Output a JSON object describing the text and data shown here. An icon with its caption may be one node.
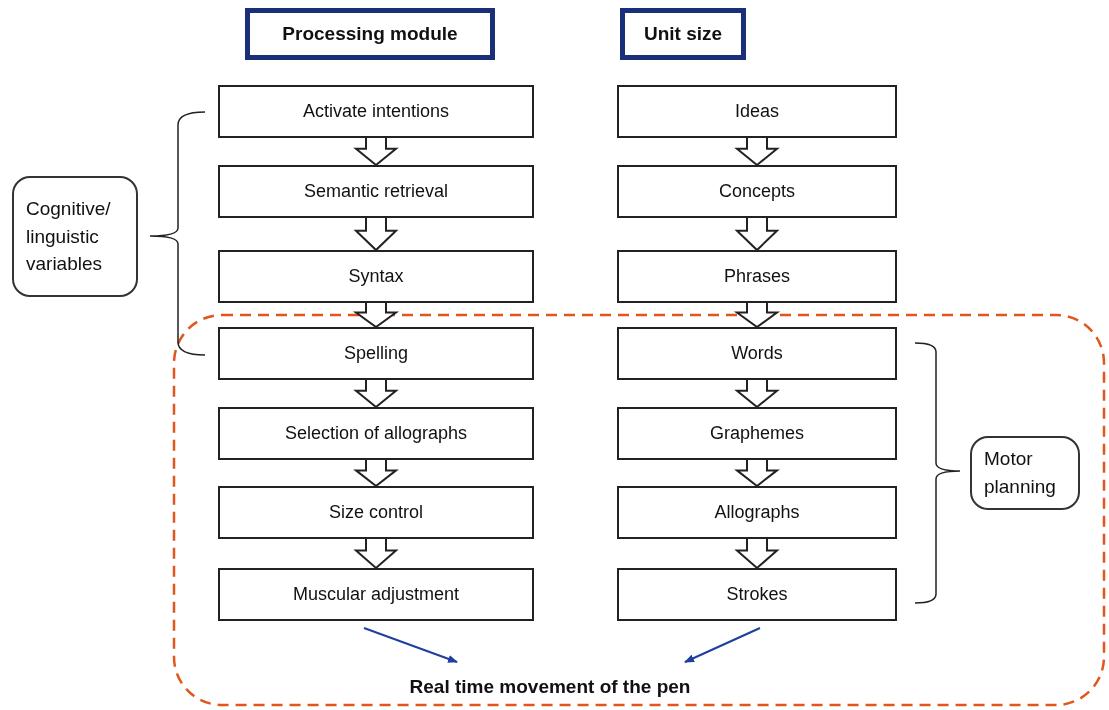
{
  "diagram": {
    "nodes": [
      {
        "text": [
          "Processing module"
        ]
      },
      {
        "text": [
          "Unit size"
        ]
      },
      {
        "text": [
          "Activate intentions"
        ]
      },
      {
        "text": [
          "Semantic retrieval"
        ]
      },
      {
        "text": [
          "Syntax"
        ]
      },
      {
        "text": [
          "Spelling"
        ]
      },
      {
        "text": [
          "Selection of allographs"
        ]
      },
      {
        "text": [
          "Size control"
        ]
      },
      {
        "text": [
          "Muscular adjustment"
        ]
      },
      {
        "text": [
          "Ideas"
        ]
      },
      {
        "text": [
          "Concepts"
        ]
      },
      {
        "text": [
          "Phrases"
        ]
      },
      {
        "text": [
          "Words"
        ]
      },
      {
        "text": [
          "Graphemes"
        ]
      },
      {
        "text": [
          "Allographs"
        ]
      },
      {
        "text": [
          "Strokes"
        ]
      },
      {
        "text": [
          "Cognitive/ linguistic variables"
        ]
      },
      {
        "text": [
          "Motor planning"
        ]
      },
      {
        "text": [
          "Real time movement of the pen"
        ]
      }
    ],
    "edges": [
      {
        "from": 2,
        "to": 3,
        "arrow": "to"
      },
      {
        "from": 3,
        "to": 4,
        "arrow": "to"
      },
      {
        "from": 4,
        "to": 5,
        "arrow": "to"
      },
      {
        "from": 5,
        "to": 6,
        "arrow": "to"
      },
      {
        "from": 6,
        "to": 7,
        "arrow": "to"
      },
      {
        "from": 7,
        "to": 8,
        "arrow": "to"
      },
      {
        "from": 9,
        "to": 10,
        "arrow": "to"
      },
      {
        "from": 10,
        "to": 11,
        "arrow": "to"
      },
      {
        "from": 11,
        "to": 12,
        "arrow": "to"
      },
      {
        "from": 12,
        "to": 13,
        "arrow": "to"
      },
      {
        "from": 13,
        "to": 14,
        "arrow": "to"
      },
      {
        "from": 14,
        "to": 15,
        "arrow": "to"
      },
      {
        "from": 8,
        "to": 18,
        "arrow": "to",
        "color": "#1f3f9f"
      },
      {
        "from": 15,
        "to": 18,
        "arrow": "to",
        "color": "#1f3f9f"
      }
    ]
  }
}
